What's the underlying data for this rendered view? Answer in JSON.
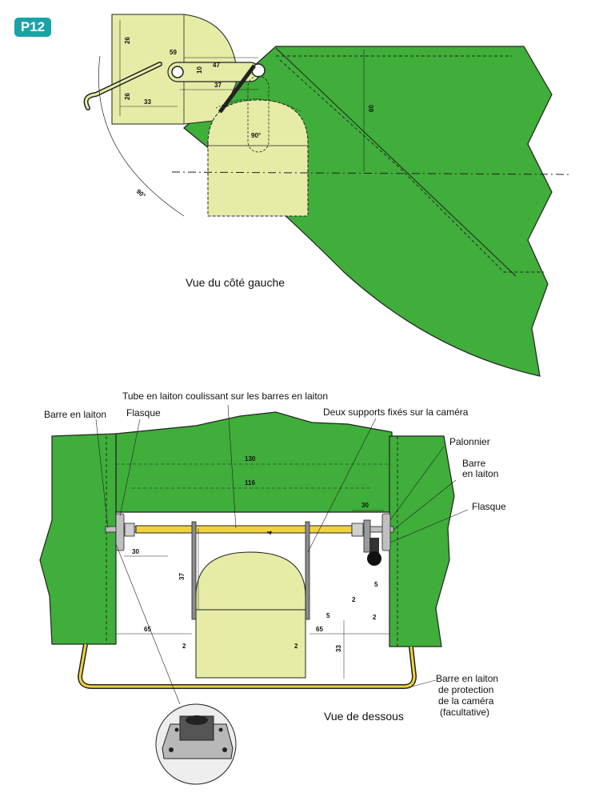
{
  "badge": "P12",
  "side_view": {
    "title": "Vue du côté gauche",
    "dims": {
      "d26a": "26",
      "d26b": "26",
      "d33": "33",
      "d59": "59",
      "d47": "47",
      "d10": "10",
      "d37": "37",
      "d60": "60",
      "a90a": "90°",
      "a90b": "90°"
    }
  },
  "bottom_view": {
    "title": "Vue de dessous",
    "labels": {
      "barre_left": "Barre en laiton",
      "flasque_left": "Flasque",
      "tube": "Tube en laiton coulissant sur les barres en laiton",
      "supports": "Deux supports fixés sur la caméra",
      "palonnier": "Palonnier",
      "barre_right_1": "Barre",
      "barre_right_2": "en laiton",
      "flasque_right": "Flasque",
      "protection_1": "Barre en laiton",
      "protection_2": "de protection",
      "protection_3": "de la caméra",
      "protection_4": "(facultative)"
    },
    "dims": {
      "d130": "130",
      "d116": "116",
      "d30r": "30",
      "d4": "4",
      "d30l": "30",
      "d37": "37",
      "d5a": "5",
      "d2a": "2",
      "d5b": "5",
      "d2b": "2",
      "d65l": "65",
      "d65r": "65",
      "d2l": "2",
      "d2r": "2",
      "d33": "33"
    }
  },
  "colors": {
    "green": "#3fae3a",
    "pale": "#e6eca6",
    "brass": "#f1d23c",
    "outline": "#222222"
  }
}
